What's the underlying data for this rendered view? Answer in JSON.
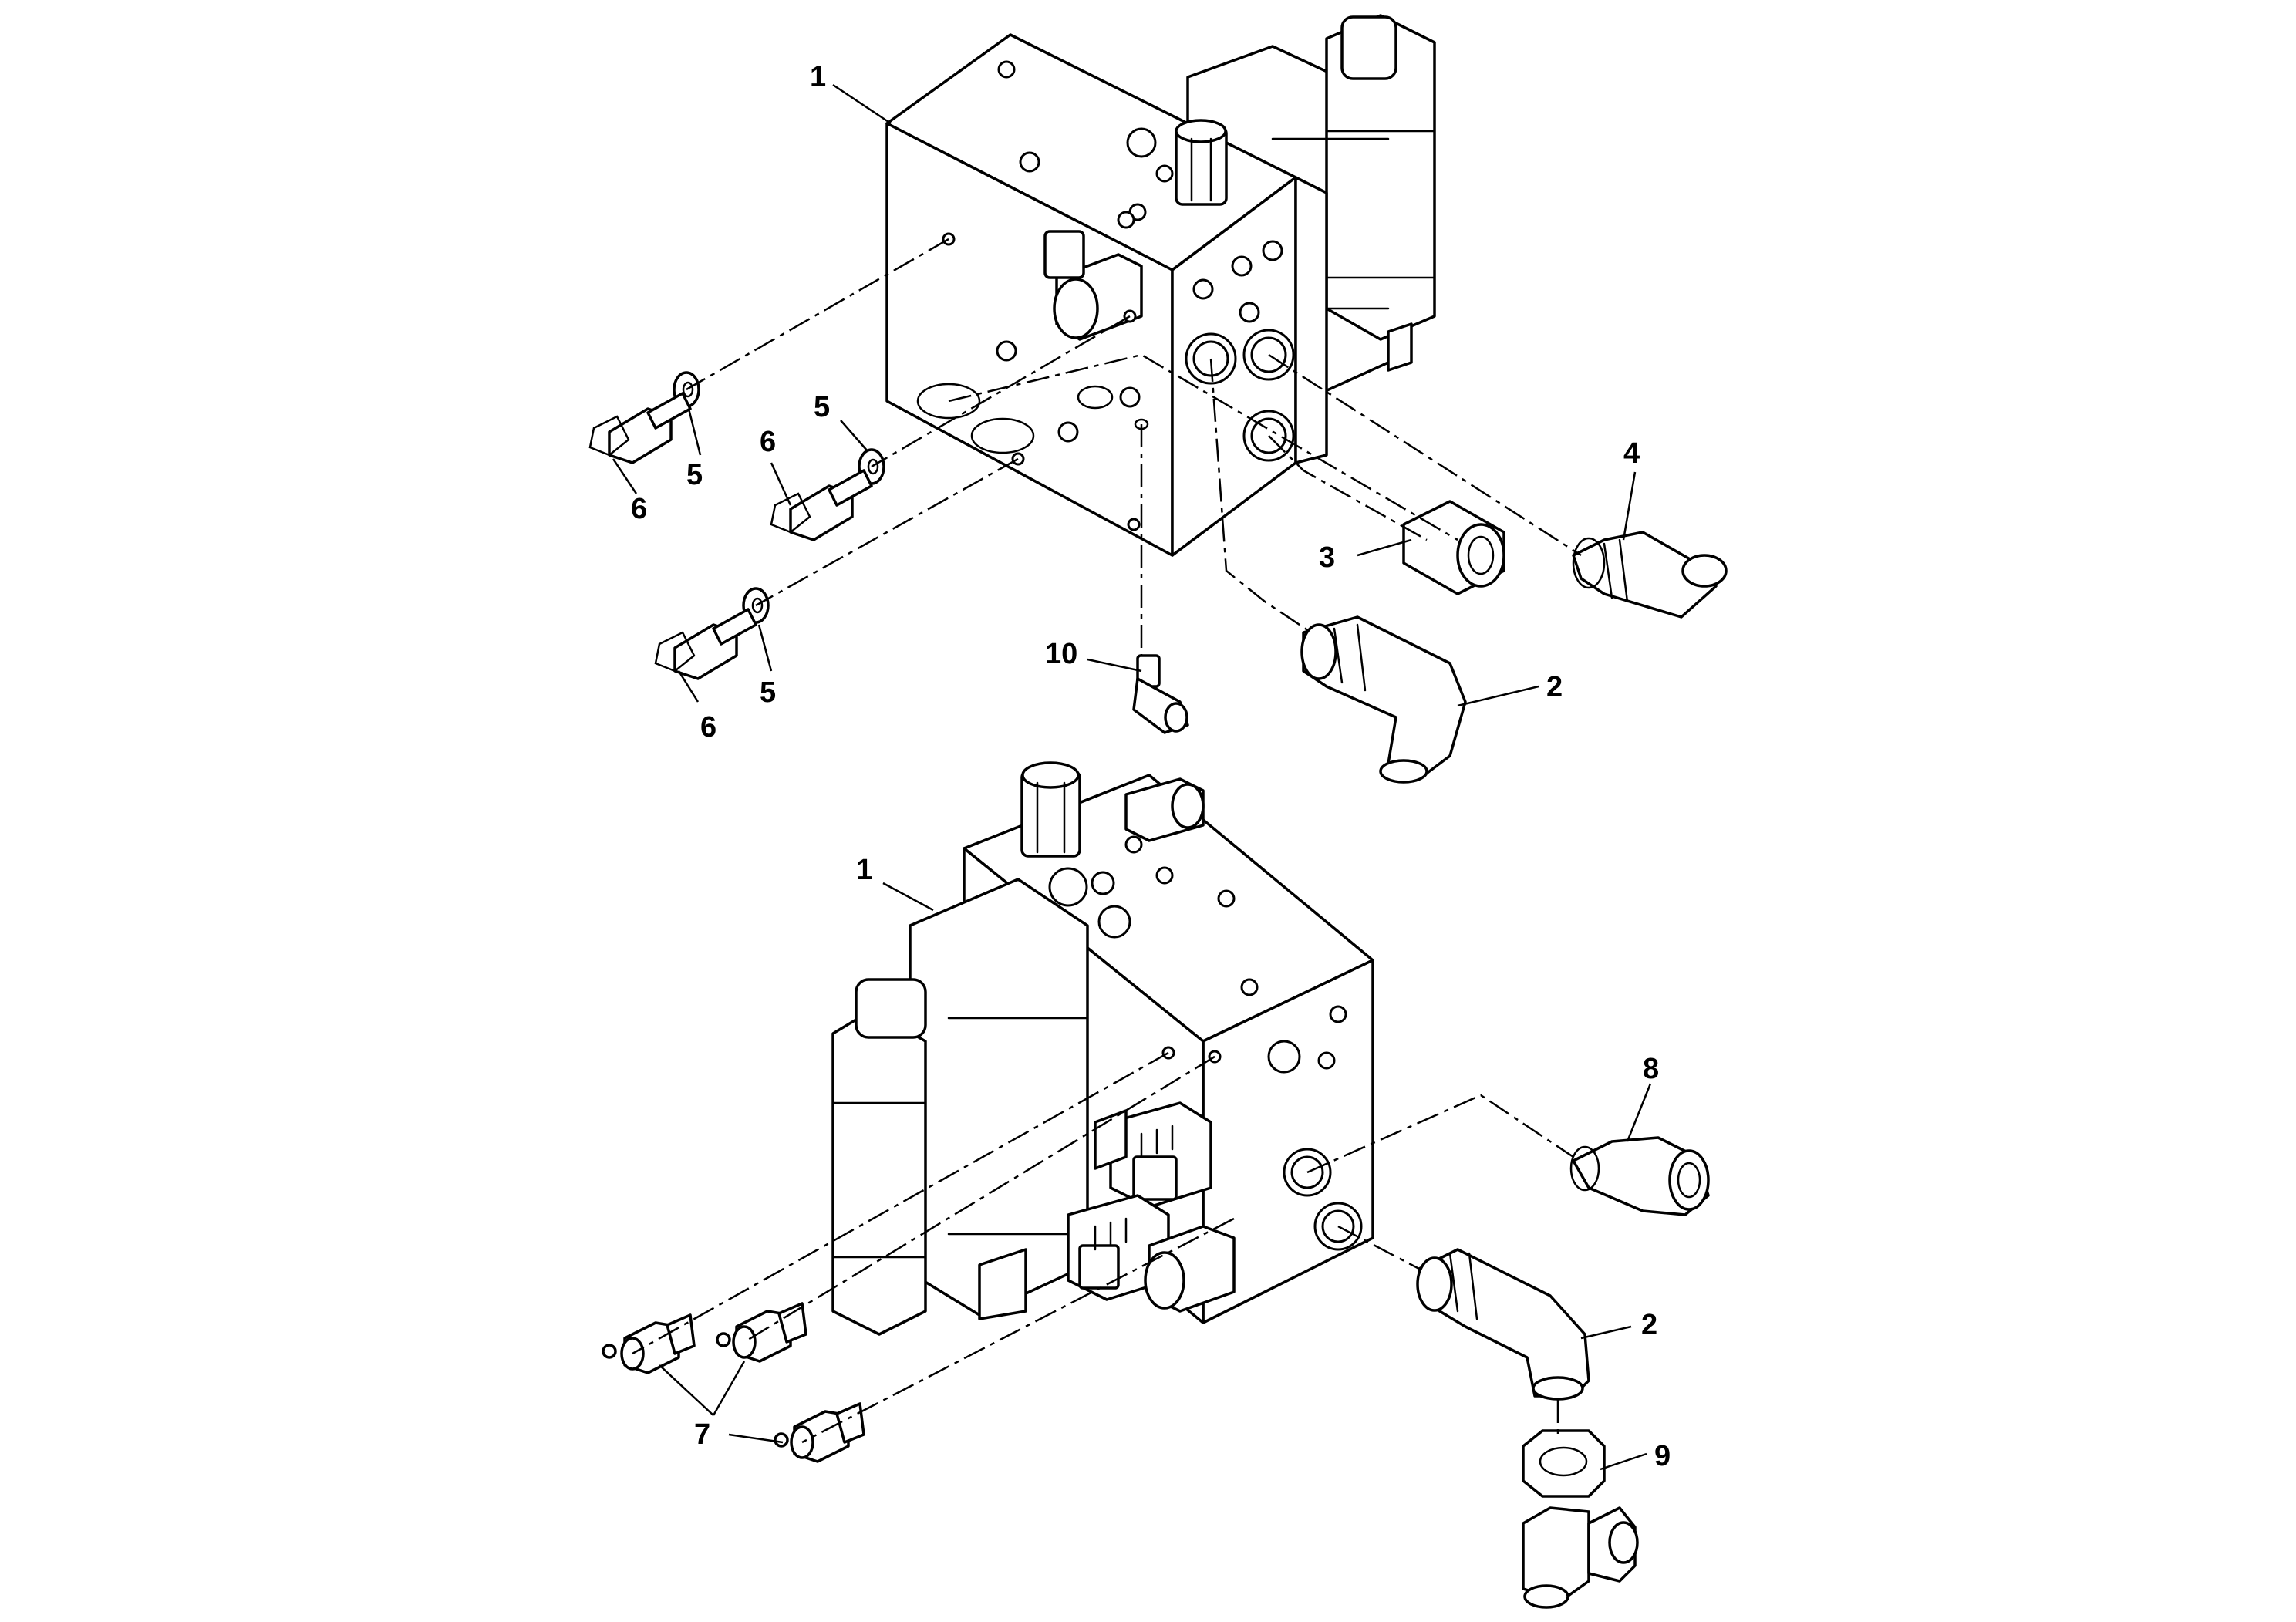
{
  "callouts": {
    "top": {
      "block": "1",
      "washer_a": "5",
      "washer_b": "5",
      "washer_c": "5",
      "screw_a": "6",
      "screw_b": "6",
      "screw_c": "6",
      "fitting_straight": "3",
      "elbow_right": "4",
      "fitting_small": "10",
      "elbow_long": "2"
    },
    "bottom": {
      "block": "1",
      "elbow_45": "8",
      "elbow_long": "2",
      "tee_fitting": "9",
      "plugs": "7"
    }
  }
}
